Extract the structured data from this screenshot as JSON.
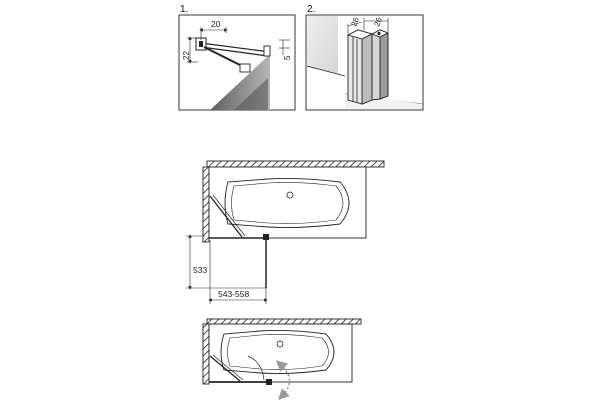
{
  "colors": {
    "background": "#ffffff",
    "line": "#222222",
    "panel_dark": "#6f6f6f",
    "panel_mid": "#9a9a9a",
    "panel_light": "#c9c9c9",
    "profile_fill": "#e3e3e3",
    "tub_inner": "#e0e0e0",
    "swing_arrow": "#9a9a9a"
  },
  "panels": {
    "detail1": {
      "step_label": "1.",
      "dims": {
        "top": "20",
        "left": "22",
        "right": "5"
      }
    },
    "detail2": {
      "step_label": "2.",
      "dims": {
        "left": "26",
        "right": "26"
      }
    },
    "plan_view": {
      "dims": {
        "vertical": "533",
        "horizontal": "543-558"
      }
    },
    "swing_view": {}
  }
}
